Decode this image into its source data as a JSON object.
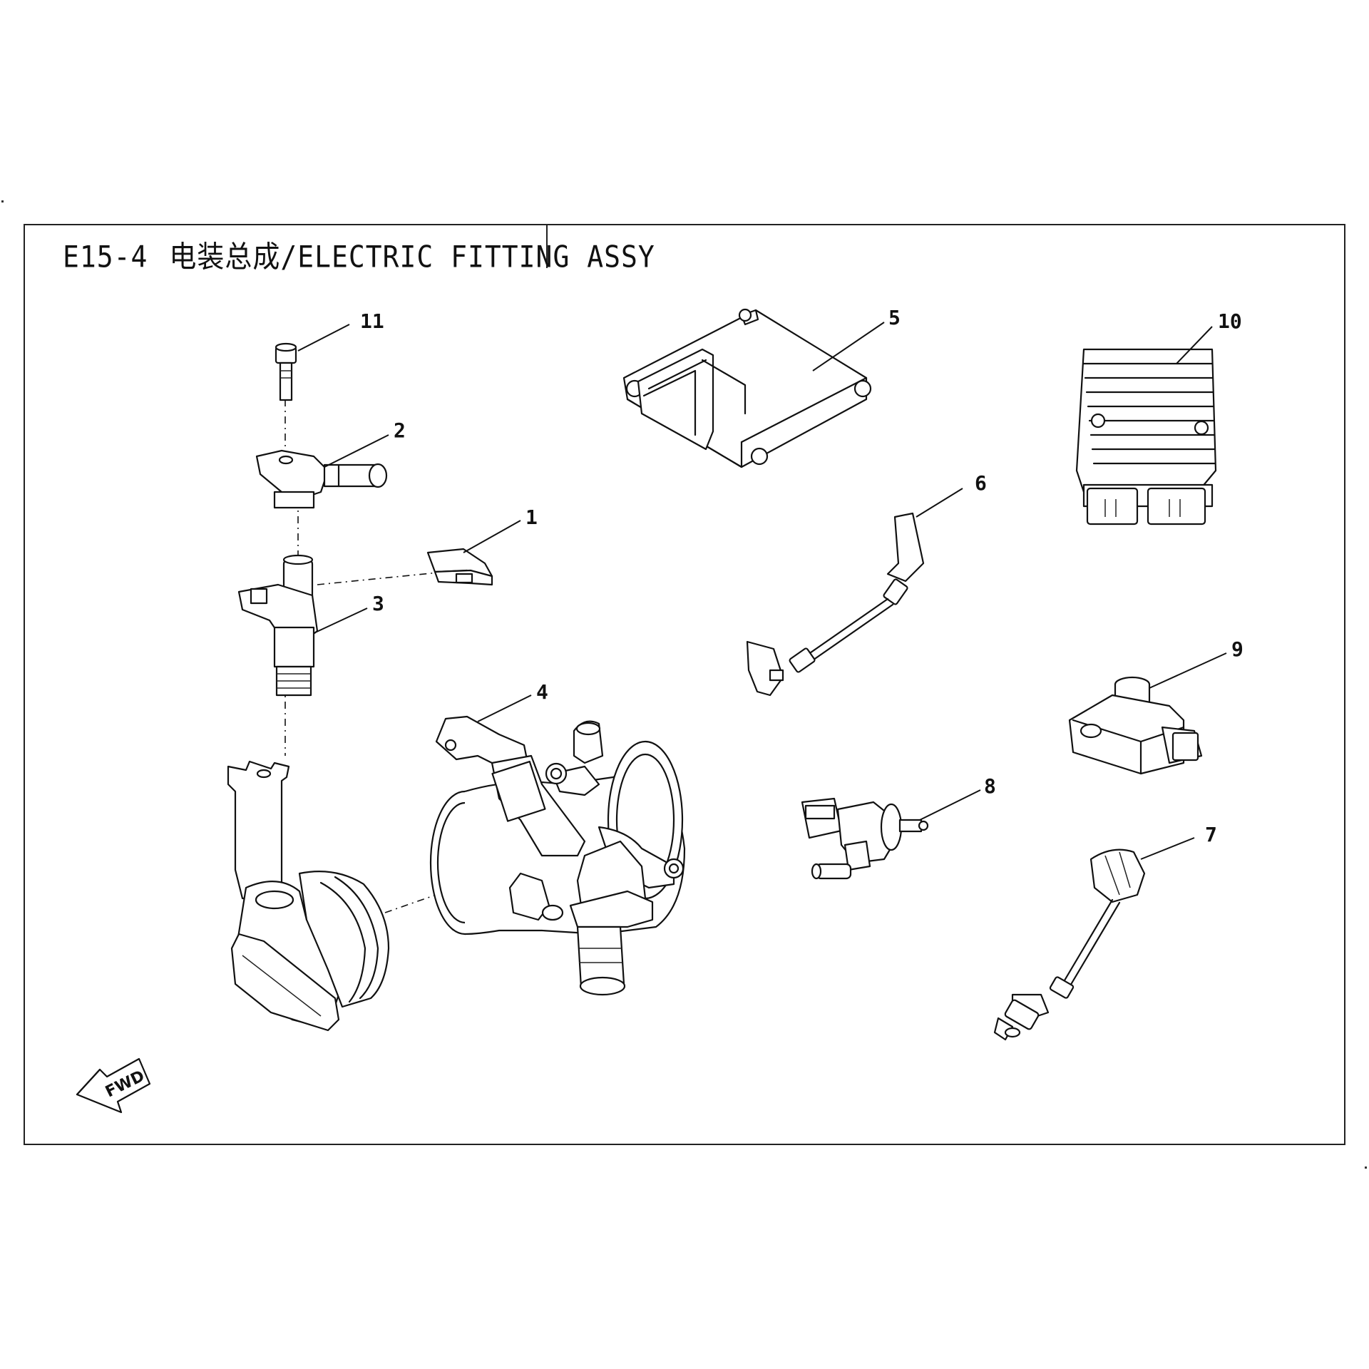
{
  "header": {
    "code": "E15-4",
    "title": "电装总成/ELECTRIC FITTING ASSY"
  },
  "callouts": [
    "1",
    "2",
    "3",
    "4",
    "5",
    "6",
    "7",
    "8",
    "9",
    "10",
    "11"
  ],
  "direction_marker": {
    "label": "FWD",
    "icon": "arrow-left-icon"
  }
}
